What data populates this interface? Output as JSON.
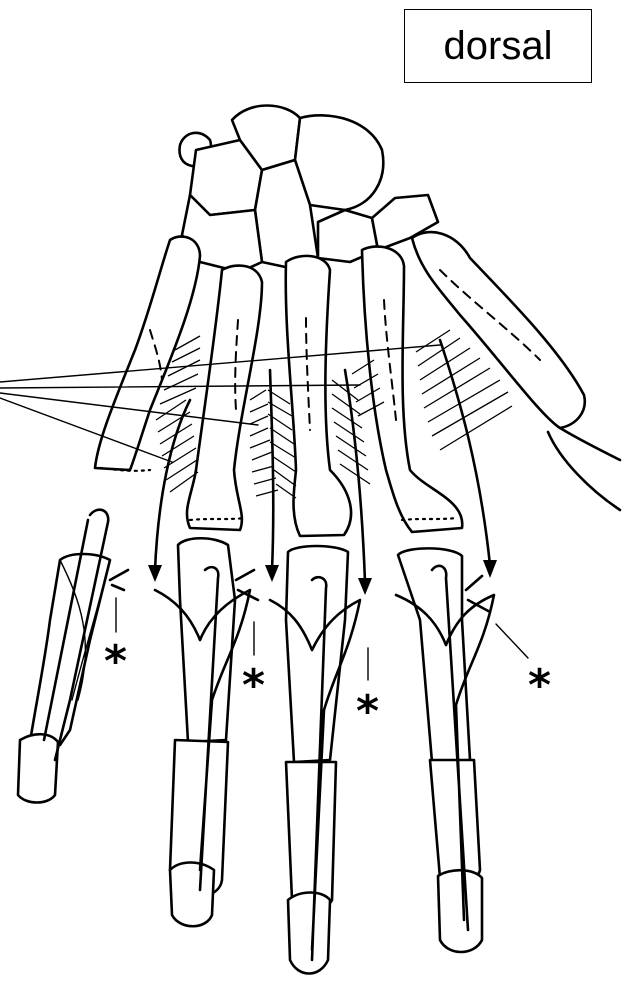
{
  "diagram": {
    "view_label": "dorsal",
    "markers": [
      "*",
      "*",
      "*",
      "*"
    ]
  },
  "colors": {
    "ink": "#000000",
    "background": "#ffffff"
  },
  "icons": [
    "hand-skeleton-illustration",
    "arrow-icon",
    "asterisk-marker"
  ]
}
